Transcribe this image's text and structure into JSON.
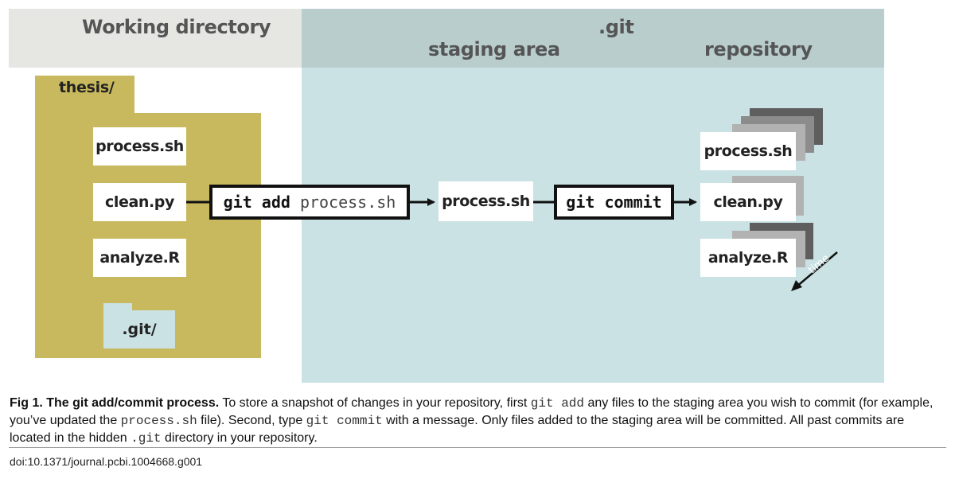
{
  "headers": {
    "working_directory": "Working directory",
    "git": ".git",
    "staging_area": "staging area",
    "repository": "repository"
  },
  "working_dir": {
    "folder": "thesis/",
    "files": [
      "process.sh",
      "clean.py",
      "analyze.R"
    ],
    "hidden_dir": ".git/"
  },
  "commands": {
    "add_cmd": "git add",
    "add_arg": "process.sh",
    "commit_cmd": "git commit"
  },
  "staging": {
    "file": "process.sh"
  },
  "repository": {
    "files": [
      "process.sh",
      "clean.py",
      "analyze.R"
    ],
    "time_label": "time"
  },
  "caption": {
    "fig": "Fig 1.",
    "title": "The git add/commit process.",
    "t1": "To store a snapshot of changes in your repository, first",
    "c1": "git add",
    "t2": "any files to the staging area you wish to commit (for example, you’ve updated the",
    "c2": "process.sh",
    "t3": "file). Second, type",
    "c3": "git commit",
    "t4": "with a message. Only files added to the staging area will be committed. All past commits are located in the hidden",
    "c4": ".git",
    "t5": "directory in your repository."
  },
  "doi": "doi:10.1371/journal.pcbi.1004668.g001",
  "colors": {
    "header_working": "#e6e6e3",
    "header_git": "#b9cdcc",
    "git_area": "#cae2e4",
    "folder": "#c8b95f",
    "stack_dark": "#5e5e5e",
    "stack_mid": "#8c8c8c",
    "stack_light": "#b2b2b2"
  }
}
